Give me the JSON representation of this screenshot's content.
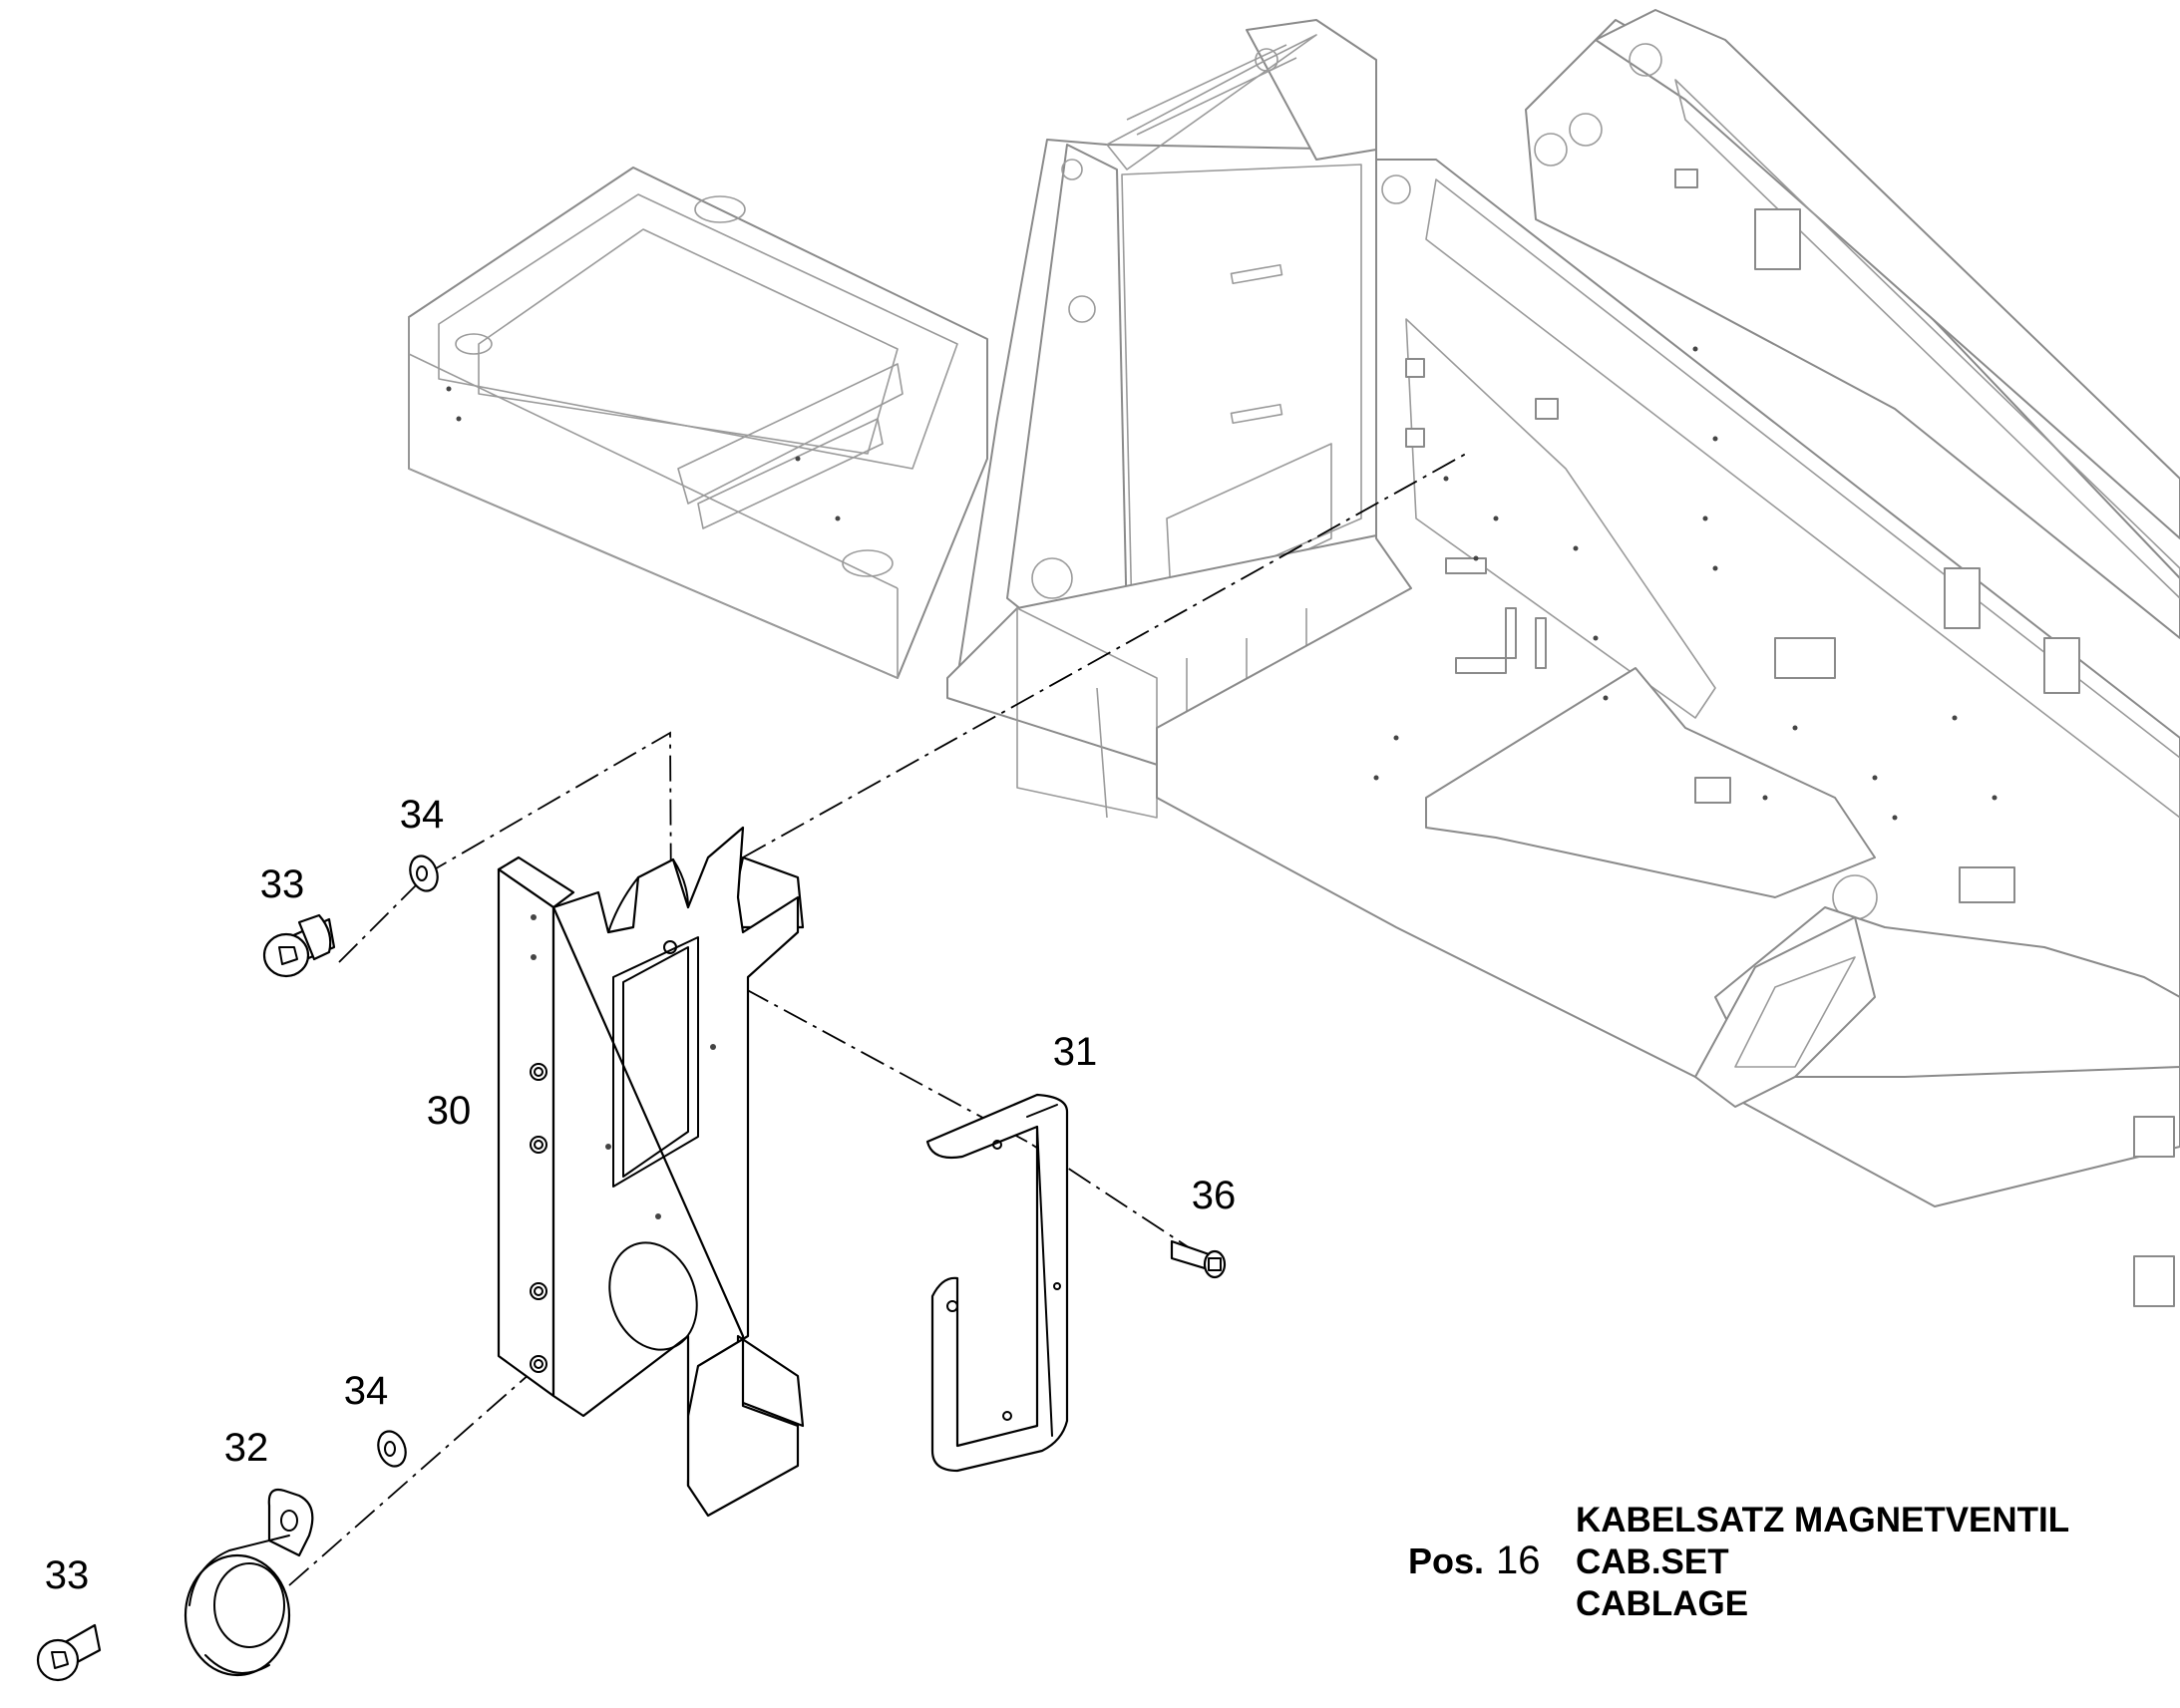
{
  "callouts": {
    "c30": "30",
    "c31": "31",
    "c32": "32",
    "c33_top": "33",
    "c33_bottom": "33",
    "c34_top": "34",
    "c34_bottom": "34",
    "c36": "36"
  },
  "title_block": {
    "pos_label": "Pos.",
    "pos_number": "16",
    "lines": [
      "KABELSATZ MAGNETVENTIL",
      "CAB.SET",
      "CABLAGE"
    ]
  }
}
